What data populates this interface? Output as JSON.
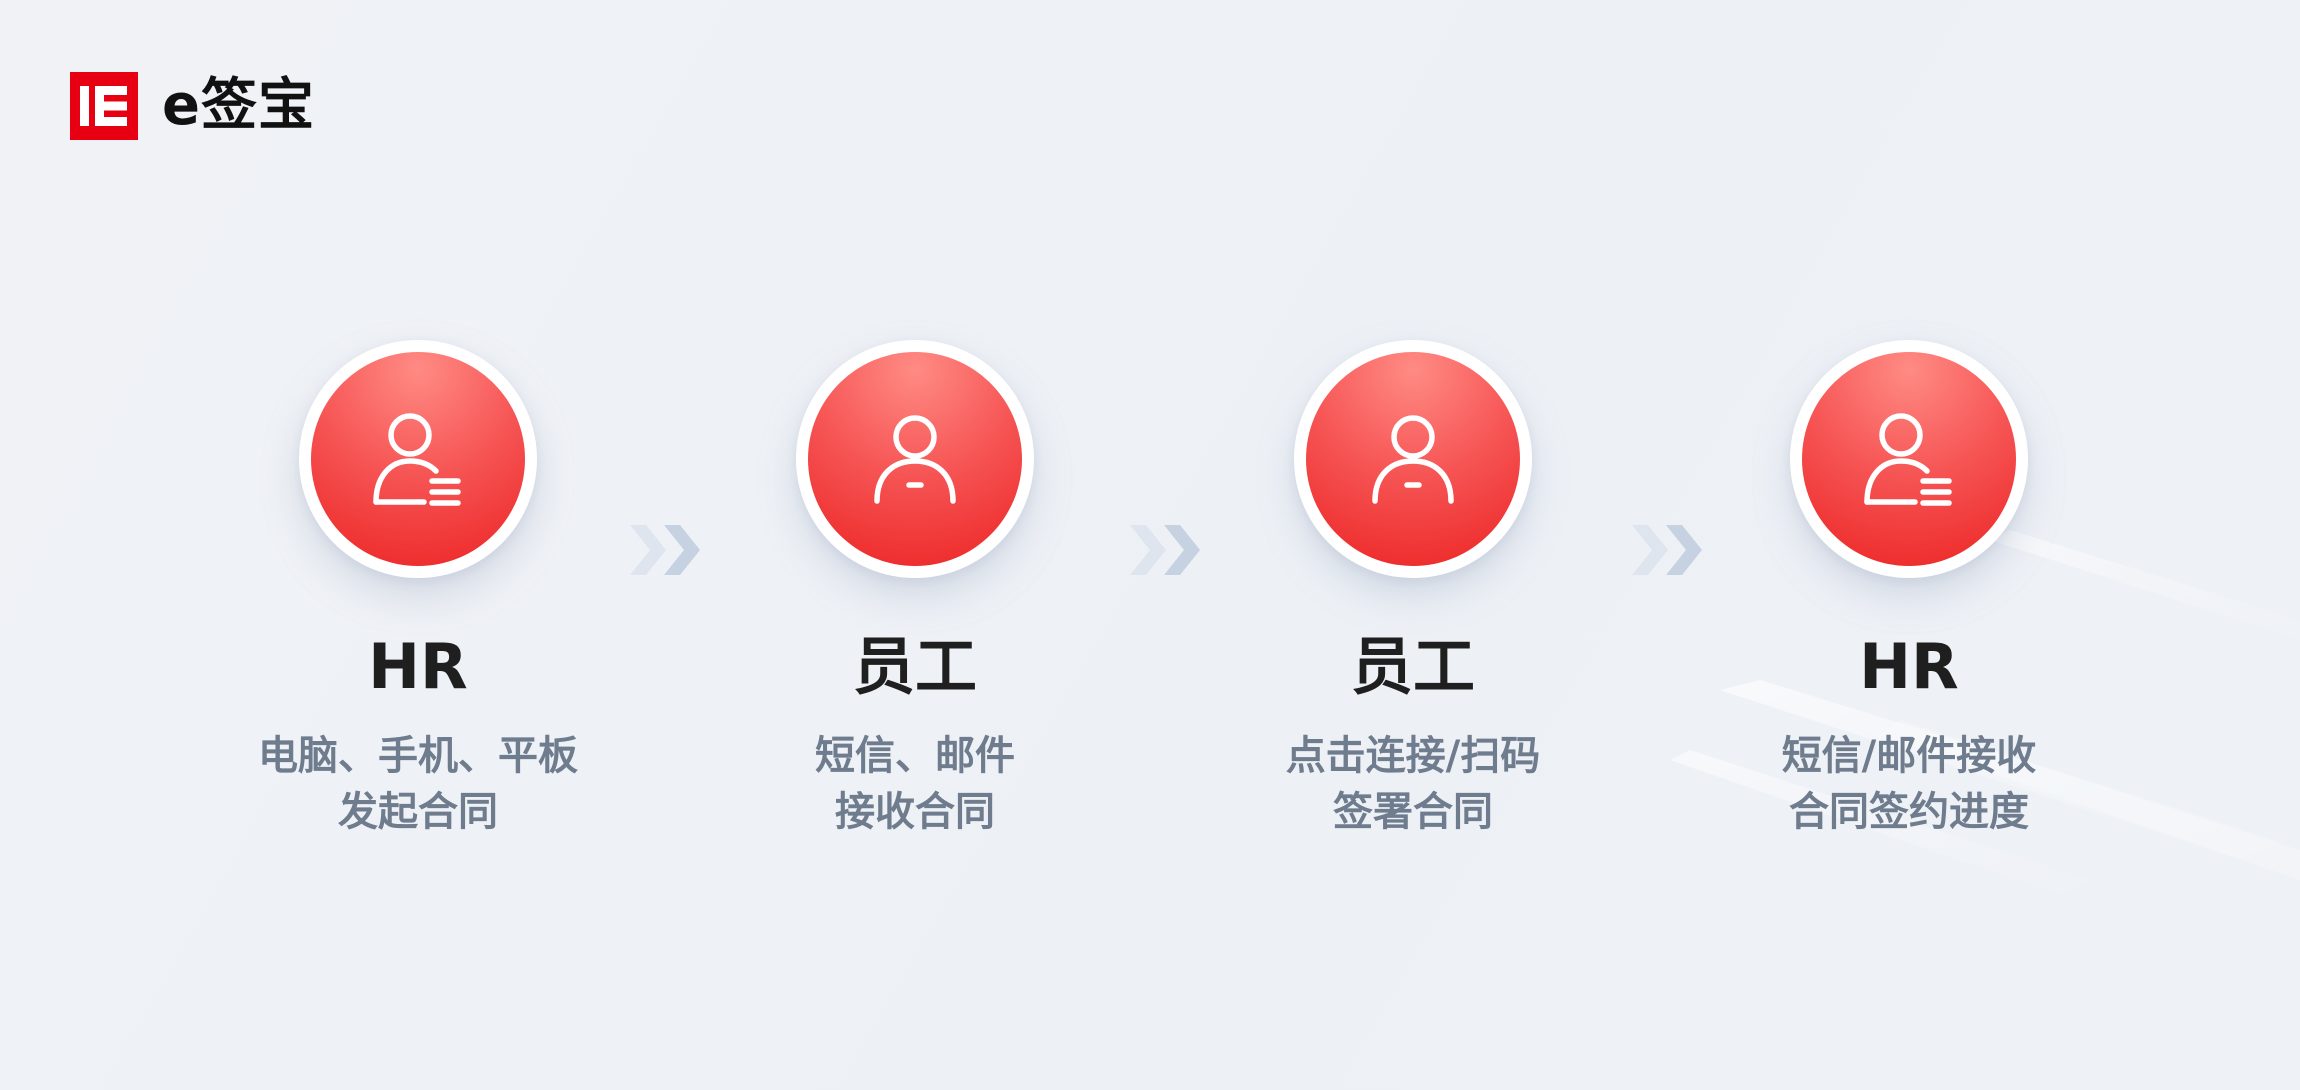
{
  "brand": {
    "logo_mark": "E",
    "name": "e签宝"
  },
  "colors": {
    "brand_red": "#e60012",
    "node_red": "#f03a3a",
    "arrow": "#c9d3e2",
    "title": "#1f1f1f",
    "desc": "#6f7c8e"
  },
  "steps": [
    {
      "icon": "user-document-icon",
      "title": "HR",
      "desc_line1": "电脑、手机、平板",
      "desc_line2": "发起合同"
    },
    {
      "icon": "user-icon",
      "title": "员工",
      "desc_line1": "短信、邮件",
      "desc_line2": "接收合同"
    },
    {
      "icon": "user-icon",
      "title": "员工",
      "desc_line1": "点击连接/扫码",
      "desc_line2": "签署合同"
    },
    {
      "icon": "user-document-icon",
      "title": "HR",
      "desc_line1": "短信/邮件接收",
      "desc_line2": "合同签约进度"
    }
  ]
}
